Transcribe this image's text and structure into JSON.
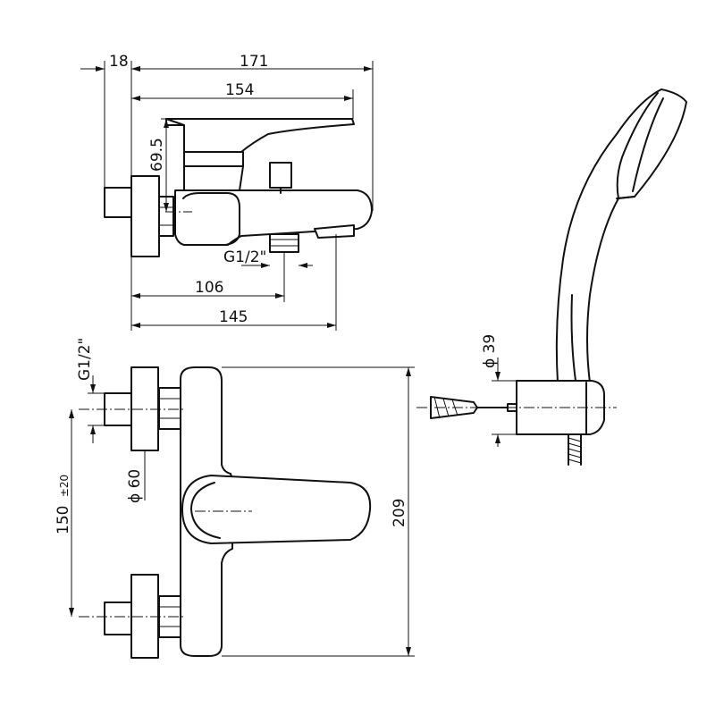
{
  "dimensions": {
    "top_view": {
      "wall_offset": "18",
      "overall_length": "171",
      "body_length": "154",
      "handle_height": "69.5",
      "connection_thread": "G1/2\"",
      "outlet_distance": "106",
      "spout_distance": "145"
    },
    "front_view": {
      "inlet_thread": "G1/2\"",
      "centers": "150",
      "centers_tolerance": "±20",
      "flange_diameter": "ϕ 60",
      "body_height": "209"
    },
    "shower_holder": {
      "bracket_diameter": "ϕ 39"
    }
  }
}
